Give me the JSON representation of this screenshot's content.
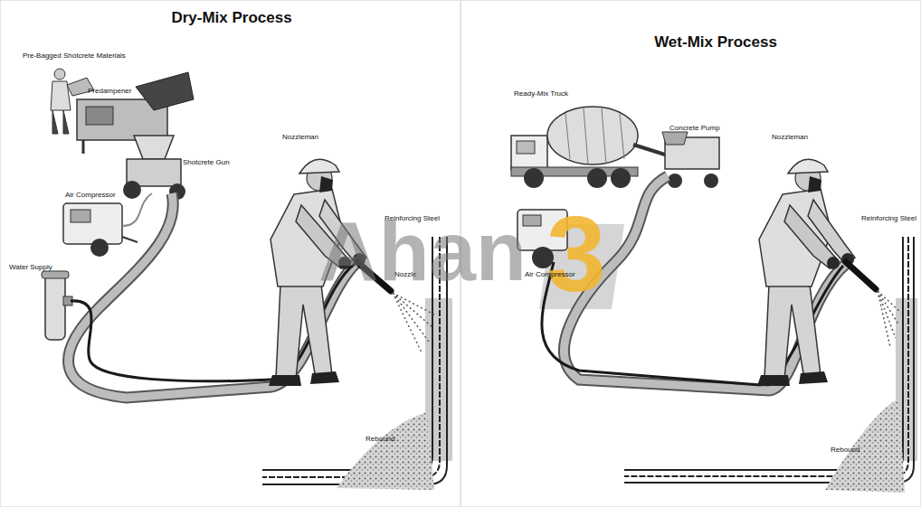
{
  "diagram": {
    "nodes": [
      {
        "text": [
          "Dry-Mix Process"
        ]
      },
      {
        "text": [
          "Wet-Mix Process"
        ]
      }
    ],
    "labels": [
      "Pre-Bagged Shotcrete Materials",
      "Predampener",
      "Shotcrete Gun",
      "Air Compressor",
      "Water Supply",
      "Nozzleman",
      "Reinforcing Steel",
      "Nozzle",
      "Rebound",
      "Ahan",
      "3",
      "Ready-Mix Truck",
      "Concrete Pump",
      "Air Compressor",
      "Nozzleman",
      "Reinforcing Steel",
      "Rebound"
    ]
  }
}
